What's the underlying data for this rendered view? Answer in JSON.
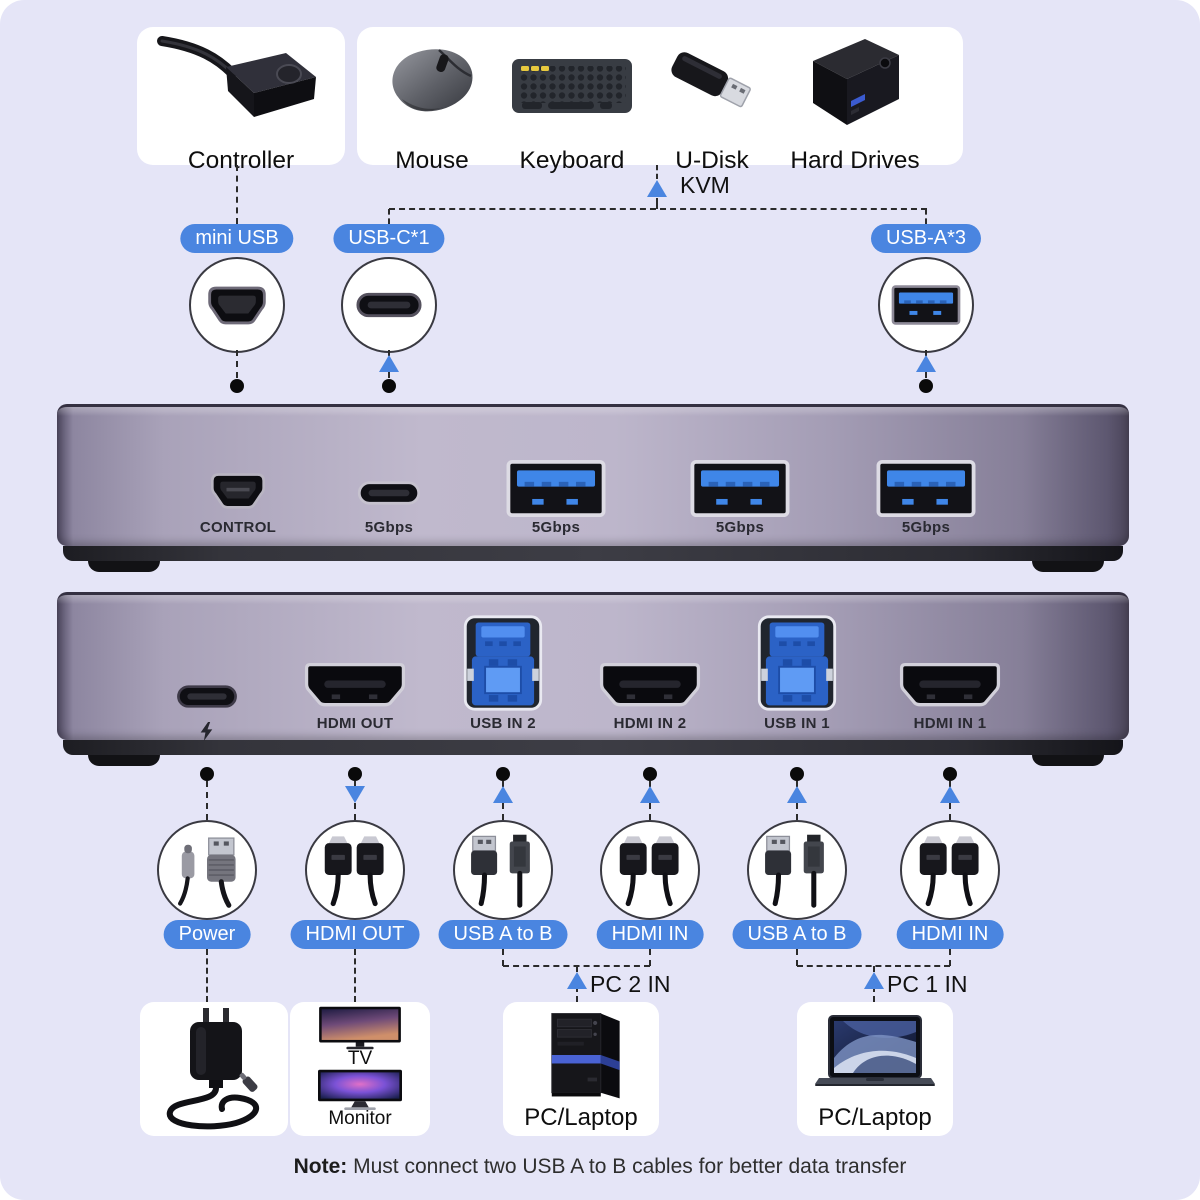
{
  "colors": {
    "background": "#e5e5f7",
    "accent_blue": "#4a85e0",
    "device_body": "#b3accai",
    "usb_blue": "#3f86e8"
  },
  "top": {
    "controller_card": {
      "label": "Controller"
    },
    "peripherals_card": {
      "items": [
        {
          "label": "Mouse"
        },
        {
          "label": "Keyboard"
        },
        {
          "label": "U-Disk"
        },
        {
          "label": "Hard Drives"
        }
      ]
    },
    "kvm_label": "KVM"
  },
  "port_pills": {
    "mini_usb": "mini USB",
    "usb_c": "USB-C*1",
    "usb_a": "USB-A*3"
  },
  "front_panel": {
    "ports": [
      {
        "label": "CONTROL",
        "type": "mini-usb"
      },
      {
        "label": "5Gbps",
        "type": "usb-c"
      },
      {
        "label": "5Gbps",
        "type": "usb-a"
      },
      {
        "label": "5Gbps",
        "type": "usb-a"
      },
      {
        "label": "5Gbps",
        "type": "usb-a"
      }
    ]
  },
  "back_panel": {
    "ports": [
      {
        "label": "",
        "icon": "lightning-icon",
        "type": "usb-c-power"
      },
      {
        "label": "HDMI OUT",
        "type": "hdmi"
      },
      {
        "label": "USB IN 2",
        "type": "usb-b"
      },
      {
        "label": "HDMI IN 2",
        "type": "hdmi"
      },
      {
        "label": "USB IN 1",
        "type": "usb-b"
      },
      {
        "label": "HDMI IN 1",
        "type": "hdmi"
      }
    ]
  },
  "cable_pills": [
    {
      "label": "Power"
    },
    {
      "label": "HDMI OUT"
    },
    {
      "label": "USB A to B"
    },
    {
      "label": "HDMI IN"
    },
    {
      "label": "USB A to B"
    },
    {
      "label": "HDMI IN"
    }
  ],
  "pc_inputs": [
    {
      "label": "PC 2 IN"
    },
    {
      "label": "PC 1 IN"
    }
  ],
  "bottom_cards": {
    "tv_label": "TV",
    "monitor_label": "Monitor",
    "pc_tower_label": "PC/Laptop",
    "laptop_label": "PC/Laptop"
  },
  "note": {
    "prefix": "Note:",
    "text": " Must connect two USB A to B cables for better data transfer"
  }
}
